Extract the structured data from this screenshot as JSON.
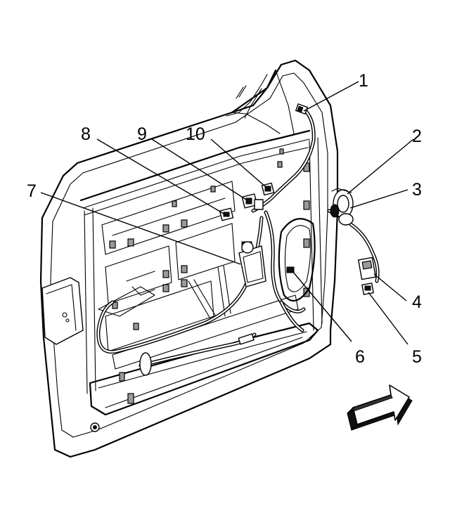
{
  "callouts": [
    {
      "id": "c1",
      "label": "1"
    },
    {
      "id": "c2",
      "label": "2"
    },
    {
      "id": "c3",
      "label": "3"
    },
    {
      "id": "c4",
      "label": "4"
    },
    {
      "id": "c5",
      "label": "5"
    },
    {
      "id": "c6",
      "label": "6"
    },
    {
      "id": "c7",
      "label": "7"
    },
    {
      "id": "c8",
      "label": "8"
    },
    {
      "id": "c9",
      "label": "9"
    },
    {
      "id": "c10",
      "label": "10"
    }
  ],
  "colors": {
    "ink": "#000000",
    "paper": "#ffffff",
    "arrow_fill": "#111111"
  },
  "icons": {
    "orientation_arrow": "forward-arrow-icon"
  }
}
